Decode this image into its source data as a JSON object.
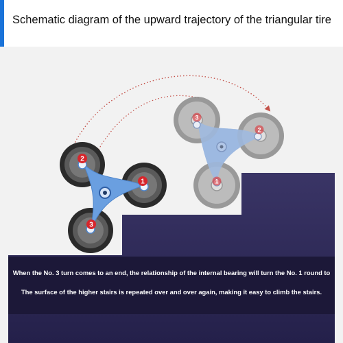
{
  "title": "Schematic diagram of the upward trajectory of the triangular tire",
  "colors": {
    "accent": "#1a73d9",
    "arm_color": "#6a9fe0",
    "arm_color_faded": "#8fb0df",
    "tire_dark": "#2b2b2b",
    "tire_faded": "#8a8a8a",
    "marker_red": "#d7262c",
    "stair_color": "#2e2a55",
    "trajectory_color": "#c4524a"
  },
  "wheel_labels": {
    "front_top": "2",
    "front_right": "1",
    "front_bottom": "3",
    "back_top": "3",
    "back_right": "2",
    "back_bottom": "1"
  },
  "caption": {
    "line1": "When the No. 3 turn comes to an end, the relationship of the internal bearing will turn the No. 1 round to",
    "line2": "The surface of the higher stairs is repeated over and over again, making it easy to climb the stairs."
  }
}
